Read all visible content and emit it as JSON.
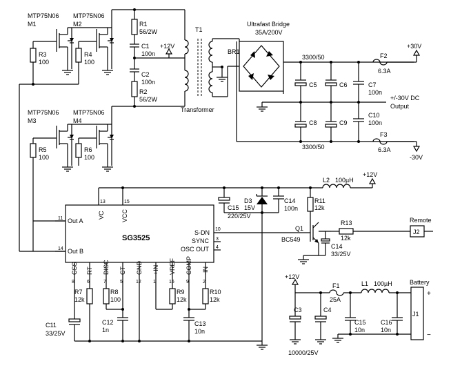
{
  "mosfets": [
    {
      "part": "MTP75N06",
      "ref": "M1"
    },
    {
      "part": "MTP75N06",
      "ref": "M2"
    },
    {
      "part": "MTP75N06",
      "ref": "M3"
    },
    {
      "part": "MTP75N06",
      "ref": "M4"
    }
  ],
  "resistors": {
    "r1": {
      "ref": "R1",
      "value": "56/2W"
    },
    "r2": {
      "ref": "R2",
      "value": "56/2W"
    },
    "r3": {
      "ref": "R3",
      "value": "100"
    },
    "r4": {
      "ref": "R4",
      "value": "100"
    },
    "r5": {
      "ref": "R5",
      "value": "100"
    },
    "r6": {
      "ref": "R6",
      "value": "100"
    },
    "r7": {
      "ref": "R7",
      "value": "12k"
    },
    "r8": {
      "ref": "R8",
      "value": "100"
    },
    "r9": {
      "ref": "R9",
      "value": "12k"
    },
    "r10": {
      "ref": "R10",
      "value": "12k"
    },
    "r11": {
      "ref": "R11",
      "value": "12k"
    },
    "r13": {
      "ref": "R13",
      "value": "12k"
    }
  },
  "capacitors": {
    "c1": {
      "ref": "C1",
      "value": "100n"
    },
    "c2": {
      "ref": "C2",
      "value": "100n"
    },
    "c3": {
      "ref": "C3"
    },
    "c4": {
      "ref": "C4"
    },
    "c34_value": "10000/25V",
    "c5": {
      "ref": "C5"
    },
    "c6": {
      "ref": "C6"
    },
    "c7": {
      "ref": "C7",
      "value": "100n"
    },
    "c8": {
      "ref": "C8"
    },
    "c9": {
      "ref": "C9"
    },
    "c10": {
      "ref": "C10",
      "value": "100n"
    },
    "c11": {
      "ref": "C11",
      "value": "33/25V"
    },
    "c12": {
      "ref": "C12",
      "value": "1n"
    },
    "c13": {
      "ref": "C13",
      "value": "10n"
    },
    "c14a": {
      "ref": "C14",
      "value": "100n"
    },
    "c14b": {
      "ref": "C14",
      "value": "33/25V"
    },
    "c15a": {
      "ref": "C15",
      "value": "220/25V"
    },
    "c15b": {
      "ref": "C15",
      "value": "10n"
    },
    "c16": {
      "ref": "C16",
      "value": "10n"
    },
    "bank_top": "3300/50",
    "bank_bottom": "3300/50"
  },
  "transformer": {
    "ref": "T1",
    "label": "Transformer"
  },
  "bridge": {
    "ref": "BR1",
    "title": "Ultrafast Bridge",
    "rating": "35A/200V"
  },
  "fuses": {
    "f1": {
      "ref": "F1",
      "value": "25A"
    },
    "f2": {
      "ref": "F2",
      "value": "6.3A"
    },
    "f3": {
      "ref": "F3",
      "value": "6.3A"
    }
  },
  "inductors": {
    "l1": {
      "ref": "L1",
      "value": "100µH"
    },
    "l2": {
      "ref": "L2",
      "value": "100µH"
    }
  },
  "diode": {
    "ref": "D3",
    "value": "15V"
  },
  "transistor": {
    "ref": "Q1",
    "part": "BC549"
  },
  "rails": {
    "v12": "+12V",
    "pos30": "+30V",
    "neg30": "-30V",
    "out_line1": "+/-30V DC",
    "out_line2": "Output"
  },
  "ic": {
    "name": "SG3525",
    "pins": {
      "vc": "VC",
      "vcc": "VCC",
      "outa": "Out A",
      "outb": "Out B",
      "sdn": "S-DN",
      "sync": "SYNC",
      "osc": "OSC OUT",
      "css": "CSS",
      "rt": "RT",
      "disc": "DISC",
      "ct": "CT",
      "gnd": "GND",
      "pin": "+IN",
      "vref": "VREF",
      "comp": "COMP",
      "nin": "-IN"
    },
    "pin_numbers": {
      "vc": "13",
      "vcc": "15",
      "outa": "11",
      "outb": "14",
      "sdn": "10",
      "sync": "3",
      "osc": "4",
      "css": "8",
      "rt": "6",
      "disc": "7",
      "ct": "5",
      "gnd": "12",
      "pin": "1",
      "vref": "16",
      "comp": "9",
      "nin": "2"
    }
  },
  "connectors": {
    "remote": {
      "title": "Remote",
      "ref": "J2"
    },
    "battery": {
      "title": "Battery",
      "ref": "J1",
      "plus": "+",
      "minus": "−"
    }
  }
}
